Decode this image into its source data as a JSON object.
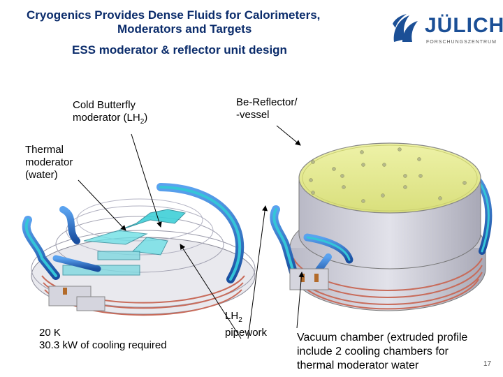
{
  "header": {
    "title_line1": "Cryogenics Provides Dense Fluids for Calorimeters,",
    "title_line2": "Moderators and Targets",
    "subtitle": "ESS moderator & reflector unit design"
  },
  "logo": {
    "word": "JÜLICH",
    "sub": "FORSCHUNGSZENTRUM"
  },
  "labels": {
    "cold_butterfly_line1": "Cold Butterfly",
    "cold_butterfly_line2_prefix": "moderator (LH",
    "cold_butterfly_line2_sub": "2",
    "cold_butterfly_line2_suffix": ")",
    "be_reflector_line1": "Be-Reflector/",
    "be_reflector_line2": "-vessel",
    "thermal_line1": "Thermal",
    "thermal_line2": "moderator",
    "thermal_line3": "(water)",
    "temp_line1": "20 K",
    "temp_line2": "30.3 kW of cooling required",
    "lh2_prefix": "LH",
    "lh2_sub": "2",
    "lh2_line2": "pipework",
    "vacuum_line1": "Vacuum chamber (extruded profile",
    "vacuum_line2": "include 2 cooling chambers for",
    "vacuum_line3": "thermal moderator water"
  },
  "page_number": "17",
  "colors": {
    "title": "#0b2c6b",
    "logo": "#1b4f96",
    "reflector_top": "#e8ec9a",
    "chamber_grey": "#c8c8d2",
    "pipe_blue": "#1f66c2",
    "pipe_cyan": "#35c5d8",
    "moderator_cyan": "#3fd0d8",
    "copper": "#c86b5a"
  }
}
